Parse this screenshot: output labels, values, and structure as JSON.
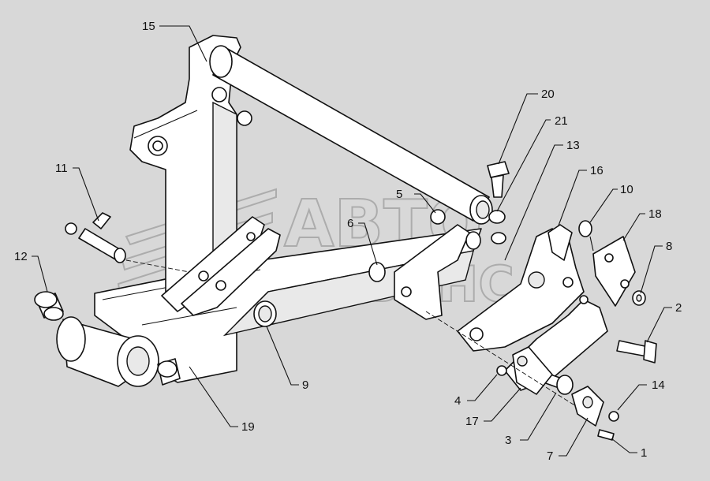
{
  "watermark": {
    "line1": "АВТО",
    "line2": "АЛЬЯНС"
  },
  "callouts": [
    {
      "id": "15",
      "label": "15"
    },
    {
      "id": "20",
      "label": "20"
    },
    {
      "id": "21",
      "label": "21"
    },
    {
      "id": "13",
      "label": "13"
    },
    {
      "id": "16",
      "label": "16"
    },
    {
      "id": "10",
      "label": "10"
    },
    {
      "id": "18",
      "label": "18"
    },
    {
      "id": "8",
      "label": "8"
    },
    {
      "id": "5",
      "label": "5"
    },
    {
      "id": "6",
      "label": "6"
    },
    {
      "id": "11",
      "label": "11"
    },
    {
      "id": "12",
      "label": "12"
    },
    {
      "id": "9",
      "label": "9"
    },
    {
      "id": "19",
      "label": "19"
    },
    {
      "id": "2",
      "label": "2"
    },
    {
      "id": "14",
      "label": "14"
    },
    {
      "id": "4",
      "label": "4"
    },
    {
      "id": "17",
      "label": "17"
    },
    {
      "id": "3",
      "label": "3"
    },
    {
      "id": "7",
      "label": "7"
    },
    {
      "id": "1",
      "label": "1"
    }
  ]
}
